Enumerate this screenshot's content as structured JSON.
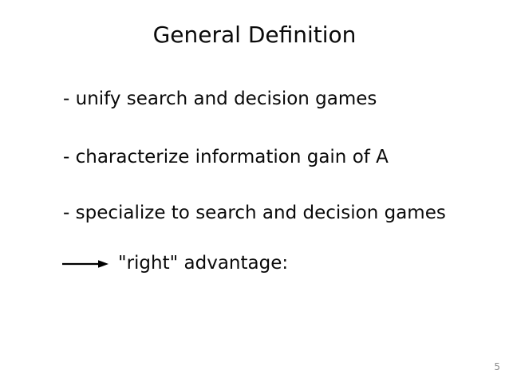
{
  "slide": {
    "title": "General Definition",
    "bullets": [
      "- unify search and decision games",
      "- characterize information gain of A",
      "- specialize to search and decision games"
    ],
    "arrow_item": {
      "icon": "right-arrow-icon",
      "label": "\"right\" advantage:"
    },
    "page_number": "5",
    "colors": {
      "background": "#ffffff",
      "text": "#0a0a0a",
      "page_number": "#8a8a8a",
      "arrow": "#000000"
    }
  }
}
